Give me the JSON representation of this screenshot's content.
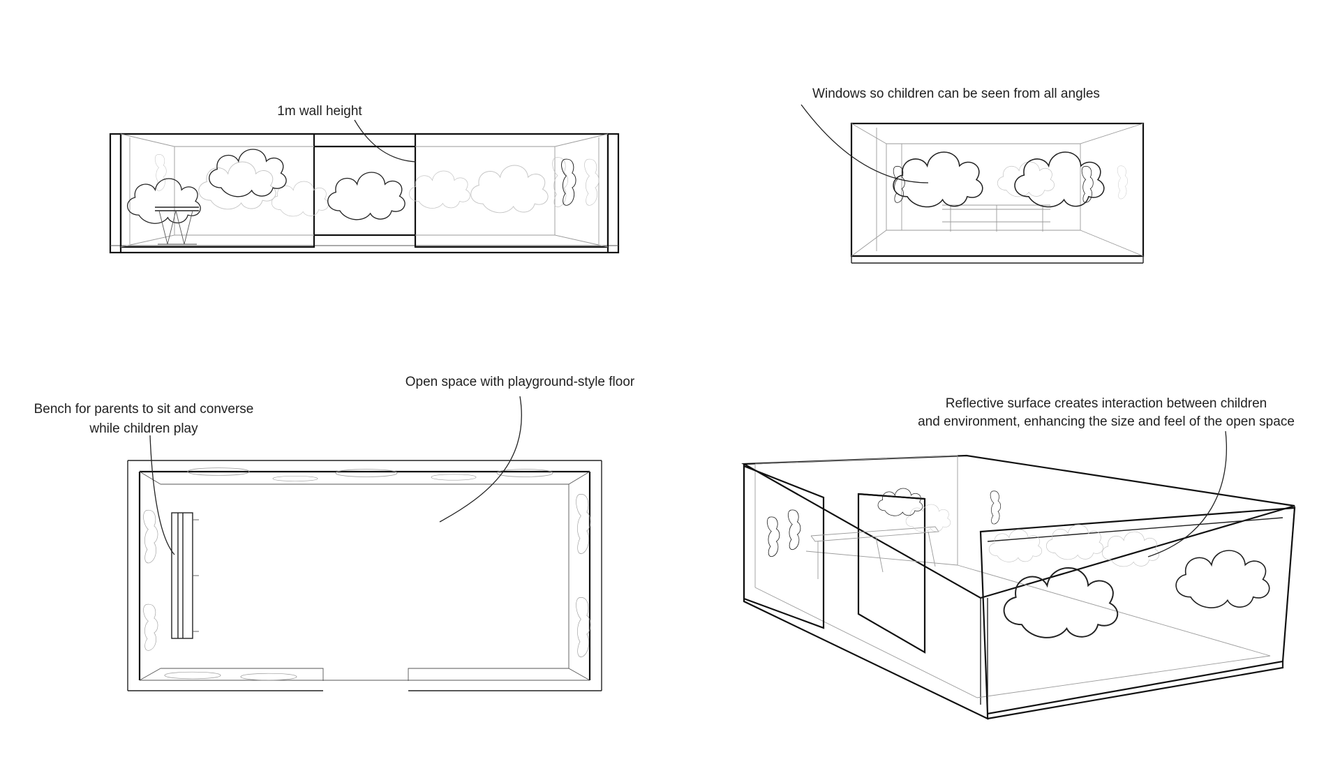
{
  "annotations": {
    "wall_height": "1m wall height",
    "windows": "Windows so children can be seen from all angles",
    "bench_line1": "Bench for parents to sit and converse",
    "bench_line2": "while children play",
    "open_space": "Open space with playground-style floor",
    "reflective_line1": "Reflective surface creates interaction between children",
    "reflective_line2": "and environment, enhancing the size and feel of the open space"
  },
  "colors": {
    "ink": "#111111",
    "text": "#222222",
    "ghost": "#c4c4c4"
  }
}
